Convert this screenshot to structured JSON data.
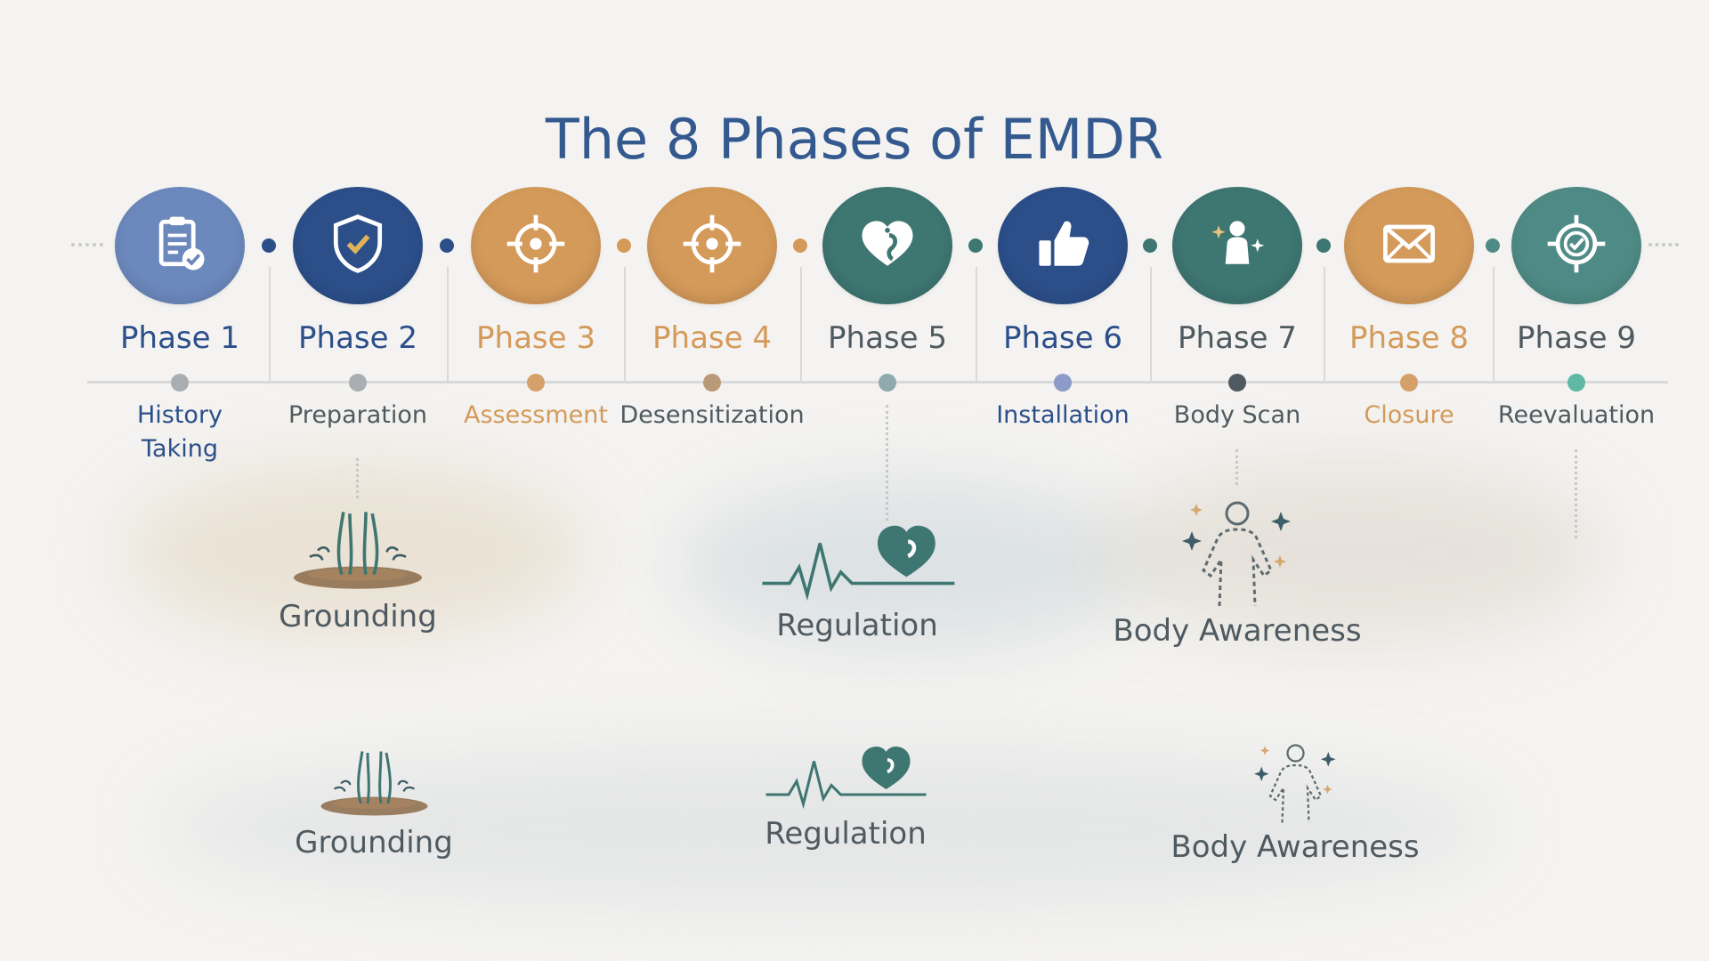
{
  "title": "The 8 Phases of EMDR",
  "colors": {
    "title": "#33598f",
    "blue_light": "#6c89bd",
    "blue_dark": "#2c4f8a",
    "gold": "#d49a5a",
    "teal": "#3e7672",
    "sage": "#4f8b86",
    "text_grey": "#4f5a60"
  },
  "phases": [
    {
      "label": "Phase 1",
      "name_lines": [
        "History",
        "Taking"
      ],
      "icon": "clipboard-check-icon"
    },
    {
      "label": "Phase 2",
      "name_lines": [
        "Preparation"
      ],
      "icon": "shield-check-icon"
    },
    {
      "label": "Phase 3",
      "name_lines": [
        "Assessment"
      ],
      "icon": "target-icon"
    },
    {
      "label": "Phase 4",
      "name_lines": [
        "Desensitization"
      ],
      "icon": "target-icon"
    },
    {
      "label": "Phase 5",
      "name_lines": [],
      "icon": "heart-mind-icon"
    },
    {
      "label": "Phase 6",
      "name_lines": [
        "Installation"
      ],
      "icon": "thumbs-up-icon"
    },
    {
      "label": "Phase 7",
      "name_lines": [
        "Body Scan"
      ],
      "icon": "person-sparkle-icon"
    },
    {
      "label": "Phase 8",
      "name_lines": [
        "Closure"
      ],
      "icon": "envelope-icon"
    },
    {
      "label": "Phase 9",
      "name_lines": [
        "Reevaluation"
      ],
      "icon": "target-check-icon"
    }
  ],
  "concepts": [
    {
      "label": "Grounding",
      "icon": "feet-on-ground-icon"
    },
    {
      "label": "Regulation",
      "icon": "heartbeat-heart-icon"
    },
    {
      "label": "Body Awareness",
      "icon": "body-sparkle-icon"
    },
    {
      "label": "Grounding",
      "icon": "feet-on-ground-icon"
    },
    {
      "label": "Regulation",
      "icon": "heartbeat-heart-icon"
    },
    {
      "label": "Body Awareness",
      "icon": "body-sparkle-icon"
    }
  ]
}
